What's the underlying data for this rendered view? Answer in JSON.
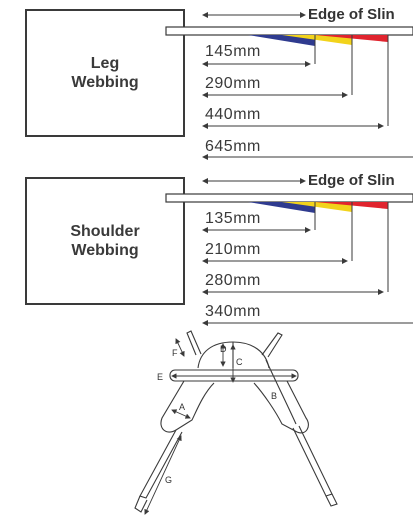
{
  "edge_label": "Edge of Slin",
  "sections": [
    {
      "title": "Leg\nWebbing",
      "measurements": [
        "145mm",
        "290mm",
        "440mm",
        "645mm"
      ]
    },
    {
      "title": "Shoulder\nWebbing",
      "measurements": [
        "135mm",
        "210mm",
        "280mm",
        "340mm"
      ]
    }
  ],
  "diagram_labels": [
    "A",
    "B",
    "C",
    "D",
    "E",
    "F",
    "G"
  ],
  "colors": {
    "blue": "#2f3b8f",
    "yellow": "#f2d31b",
    "red": "#e0242e",
    "line": "#3a3a3a"
  }
}
